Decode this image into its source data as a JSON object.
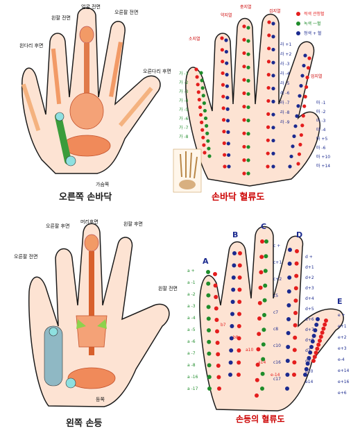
{
  "panels": {
    "top_left": {
      "caption": "오른쪽 손바닥",
      "labels": [
        "왼팔 전면",
        "얼굴 전면",
        "오른팔 전면",
        "왼다리 후면",
        "오른다리 후면",
        "가슴쪽"
      ]
    },
    "top_right": {
      "caption": "손바닥 혈류도",
      "finger_labels": [
        "약지열",
        "중지열",
        "검지열",
        "소지열",
        "엄지열"
      ],
      "legend": [
        {
          "label": "적색 관청혈",
          "color": "#e41d1d"
        },
        {
          "label": "녹색 一혈",
          "color": "#1e8c2a"
        },
        {
          "label": "청색 + 혈",
          "color": "#1b2a8f"
        }
      ],
      "point_labels_left": [
        "가 -1",
        "가 -2",
        "가 -3",
        "가 -4",
        "가 -5",
        "가 -6",
        "가 -7",
        "가 -8"
      ],
      "point_labels_right": [
        "마 -1",
        "마 -2",
        "마 -3",
        "마 -4",
        "마 +5",
        "마 -6",
        "마 +10",
        "마 +14"
      ],
      "point_labels_center": [
        "라 +1",
        "라 +2",
        "라 -3",
        "라 -4",
        "라 -5",
        "라 -6",
        "라 -7",
        "라 -8",
        "라 -9"
      ]
    },
    "bottom_left": {
      "caption": "왼쪽 손등",
      "labels": [
        "오른팔 후면",
        "머리후면",
        "왼팔 후면",
        "오른팔 전면",
        "왼팔 전면",
        "등쪽"
      ]
    },
    "bottom_right": {
      "caption": "손등의 혈류도",
      "finger_letters": [
        "A",
        "B",
        "C",
        "D",
        "E"
      ],
      "labels_a": [
        "a +",
        "a -1",
        "a -2",
        "a -3",
        "a -4",
        "a -5",
        "a -6",
        "a -7",
        "a -8",
        "a -16",
        "a -17"
      ],
      "labels_c": [
        "c +",
        "c+1",
        "c+2",
        "c5",
        "c7",
        "c8",
        "c10",
        "c16",
        "c17"
      ],
      "labels_d": [
        "d +",
        "d+1",
        "d+2",
        "d+3",
        "d+4",
        "d+5",
        "d+6",
        "d+7",
        "d+8",
        "d7",
        "d8",
        "d10",
        "e14"
      ],
      "labels_e": [
        "e +",
        "e+1",
        "e+2",
        "e+3",
        "e-4",
        "e+14",
        "e+16",
        "e+6"
      ],
      "labels_b": [
        "b7",
        "b8",
        "a10",
        "a14",
        "e-14"
      ]
    }
  },
  "colors": {
    "skin": "#fde3d3",
    "outline": "#1a1a1a",
    "bone": "#f0a070",
    "red": "#e41d1d",
    "green": "#1e8c2a",
    "blue": "#1b2a8f",
    "caption_red": "#cc0000",
    "caption_dark": "#1a1a1a"
  }
}
